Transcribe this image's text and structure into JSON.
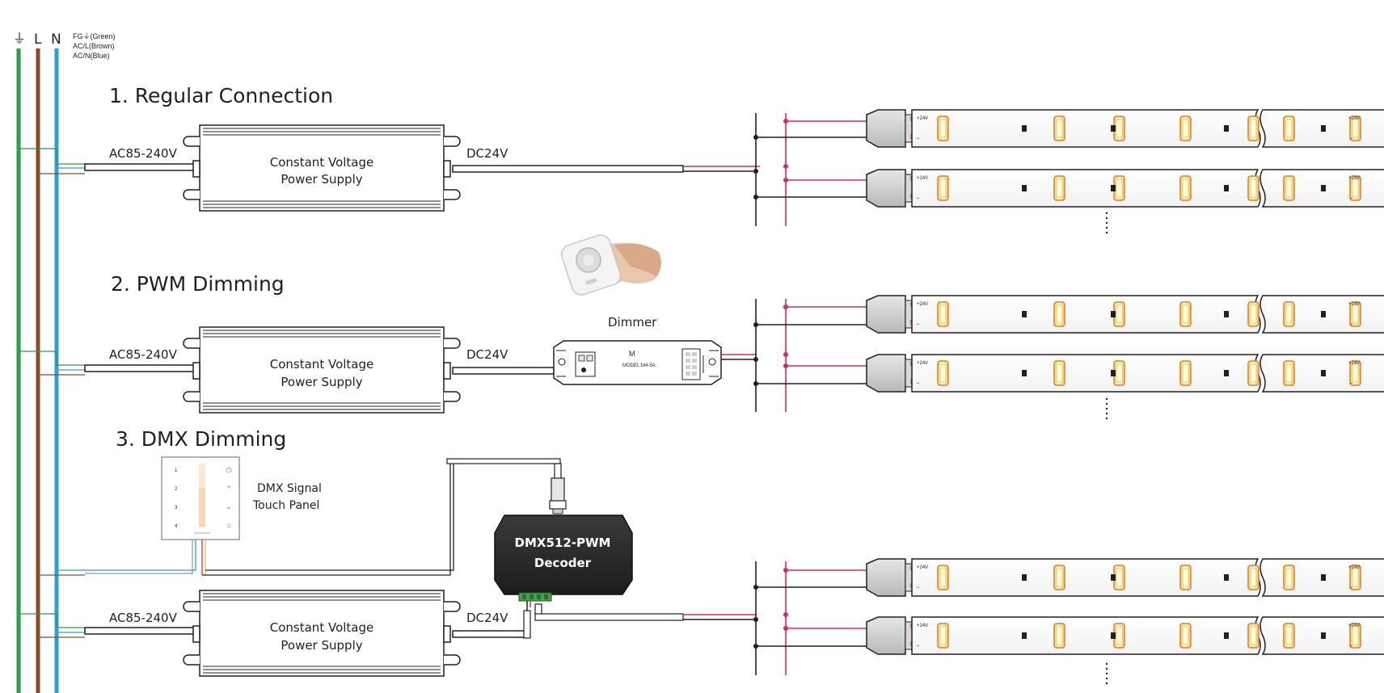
{
  "legend": {
    "ground_symbol": "⏚",
    "live_letter": "L",
    "neutral_letter": "N",
    "lines": [
      "FG⏚(Green)",
      "AC/L(Brown)",
      "AC/N(Blue)"
    ]
  },
  "sections": [
    {
      "title": "1. Regular Connection"
    },
    {
      "title": "2. PWM Dimming"
    },
    {
      "title": "3. DMX Dimming"
    }
  ],
  "psu": {
    "input_label": "AC85-240V",
    "output_label": "DC24V",
    "name_line1": "Constant Voltage",
    "name_line2": "Power Supply"
  },
  "dimmer": {
    "label": "Dimmer",
    "brand": "M",
    "model": "MODEL:M4-5A"
  },
  "touch_panel": {
    "line1": "DMX Signal",
    "line2": "Touch Panel",
    "zones": [
      "1",
      "2",
      "3",
      "4"
    ]
  },
  "decoder": {
    "line1": "DMX512-PWM",
    "line2": "Decoder"
  },
  "strip": {
    "voltage_label": "+24V",
    "minus_label": "-"
  },
  "colors": {
    "ground_wire": "#2e9b48",
    "live_wire": "#8b4a2b",
    "neutral_wire": "#2a9fd8",
    "positive_wire": "#d6286b",
    "negative_wire": "#231f20",
    "led_yellow": "#f4f08a",
    "led_orange": "#e87a2e",
    "decoder_body": "#2b2b2b"
  }
}
